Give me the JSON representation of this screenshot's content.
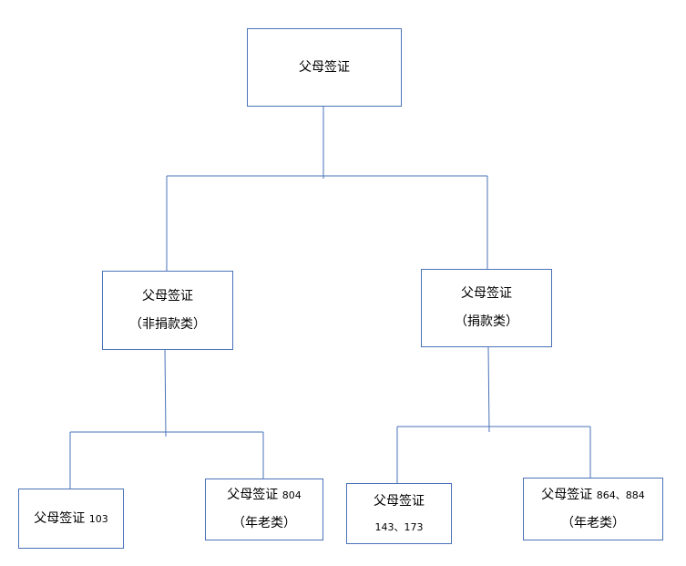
{
  "colors": {
    "line": "#4a72b8",
    "border": "#4a72b8",
    "text": "#000000"
  },
  "nodes": {
    "root": {
      "line1": "父母签证"
    },
    "non_donation": {
      "line1": "父母签证",
      "line2": "（非捐款类）"
    },
    "donation": {
      "line1": "父母签证",
      "line2": "（捐款类）"
    },
    "visa_103": {
      "name": "父母签证",
      "code": "103"
    },
    "visa_804": {
      "name": "父母签证",
      "code": "804",
      "line2": "（年老类）"
    },
    "visa_143_173": {
      "line1": "父母签证",
      "line2": "143、173"
    },
    "visa_864_884": {
      "name": "父母签证",
      "code": "864、884",
      "line2": "（年老类）"
    }
  }
}
